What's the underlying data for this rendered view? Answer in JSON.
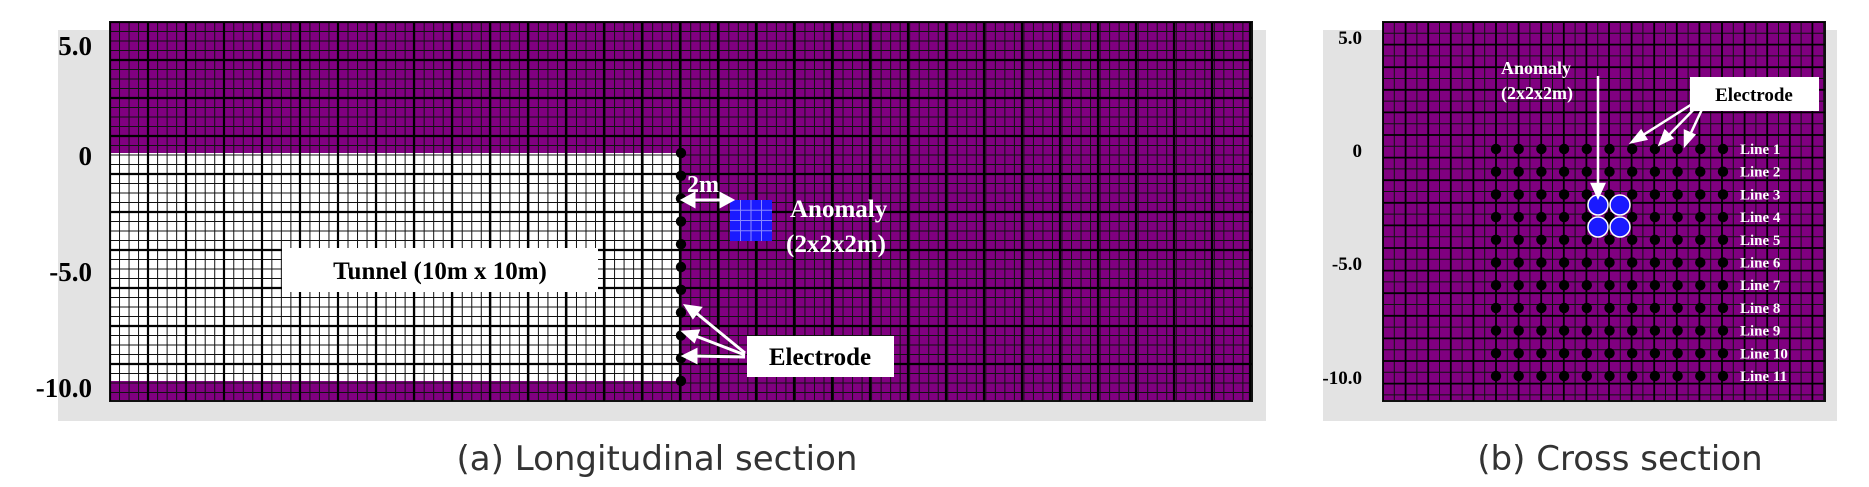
{
  "panels": {
    "longitudinal": {
      "y_ticks": [
        "5.0",
        "0",
        "-5.0",
        "-10.0"
      ],
      "tunnel_label": "Tunnel (10m x 10m)",
      "spacing_label": "2m",
      "anomaly_label_line1": "Anomaly",
      "anomaly_label_line2": "(2x2x2m)",
      "electrode_label": "Electrode",
      "caption": "(a) Longitudinal section"
    },
    "cross": {
      "y_ticks": [
        "5.0",
        "0",
        "-5.0",
        "-10.0"
      ],
      "anomaly_label_line1": "Anomaly",
      "anomaly_label_line2": "(2x2x2m)",
      "electrode_label": "Electrode",
      "line_labels": [
        "Line 1",
        "Line 2",
        "Line 3",
        "Line 4",
        "Line 5",
        "Line 6",
        "Line 7",
        "Line 8",
        "Line 9",
        "Line 10",
        "Line 11"
      ],
      "caption": "(b) Cross section"
    }
  },
  "colors": {
    "medium": "#800080",
    "tunnel": "#ffffff",
    "anomaly": "#1a1aff",
    "electrode": "#000000",
    "grid": "#111111",
    "frame_shadow": "#e3e3e3"
  }
}
